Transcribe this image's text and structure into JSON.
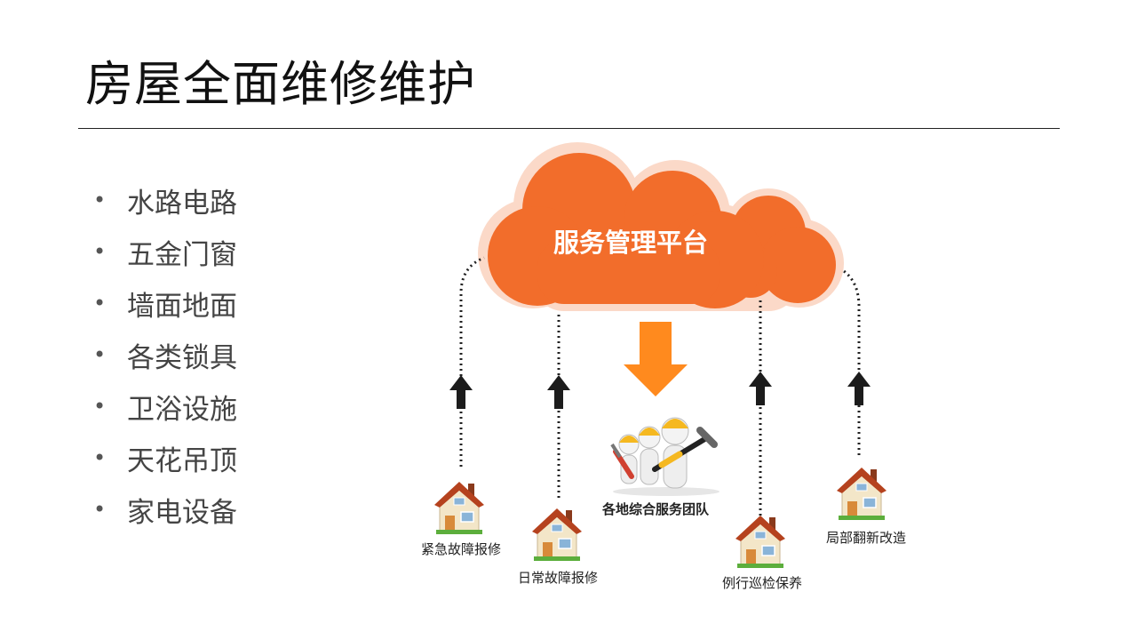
{
  "slide": {
    "title": "房屋全面维修维护",
    "bullets": [
      "水路电路",
      "五金门窗",
      "墙面地面",
      "各类锁具",
      "卫浴设施",
      "天花吊顶",
      "家电设备"
    ]
  },
  "diagram": {
    "platform_label": "服务管理平台",
    "team_label": "各地综合服务团队",
    "services": [
      "紧急故障报修",
      "日常故障报修",
      "例行巡检保养",
      "局部翻新改造"
    ]
  },
  "colors": {
    "cloud": "#F26D2B",
    "cloud_glow": "#FBD9C8",
    "down_arrow": "#FF8A1E",
    "roof": "#B5421E",
    "wall": "#F3E6C8"
  },
  "icons": {
    "bullet": "•",
    "house": "house-icon",
    "workers": "workers-icon",
    "up_arrow": "arrow-up-icon",
    "down_arrow": "arrow-down-icon"
  }
}
